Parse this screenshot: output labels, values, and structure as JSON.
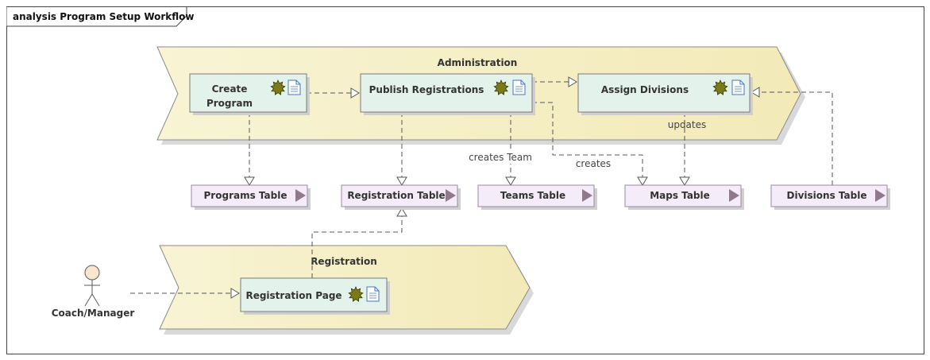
{
  "frame": {
    "title": "analysis Program Setup Workflow"
  },
  "colors": {
    "frame_border": "#444444",
    "region_fill": "#f6f2c8",
    "region_stroke": "#8a8a8a",
    "activity_fill": "#e4f2ec",
    "activity_stroke": "#7a7a7a",
    "object_fill": "#f4ecf8",
    "object_stroke": "#9a8a9e",
    "object_marker": "#8f7a8c",
    "gear_fill": "#7a7a18",
    "connector": "#555555",
    "actor_fill": "#f8e6cf"
  },
  "regions": [
    {
      "id": "administration",
      "label": "Administration"
    },
    {
      "id": "registration",
      "label": "Registration"
    }
  ],
  "activities": [
    {
      "id": "create-program",
      "lines": [
        "Create",
        "Program"
      ]
    },
    {
      "id": "publish-registrations",
      "lines": [
        "Publish Registrations"
      ]
    },
    {
      "id": "assign-divisions",
      "lines": [
        "Assign Divisions"
      ]
    },
    {
      "id": "registration-page",
      "lines": [
        "Registration Page"
      ]
    }
  ],
  "objects": [
    {
      "id": "programs-table",
      "label": "Programs Table"
    },
    {
      "id": "registration-table",
      "label": "Registration Table"
    },
    {
      "id": "teams-table",
      "label": "Teams Table"
    },
    {
      "id": "maps-table",
      "label": "Maps Table"
    },
    {
      "id": "divisions-table",
      "label": "Divisions Table"
    }
  ],
  "actor": {
    "label": "Coach/Manager"
  },
  "connector_labels": {
    "creates_team": "creates Team",
    "creates": "creates",
    "updates": "updates"
  },
  "icons": {
    "activity_stereotype": "gear-icon",
    "activity_note": "document-icon",
    "object_marker": "triangle-right-icon"
  }
}
